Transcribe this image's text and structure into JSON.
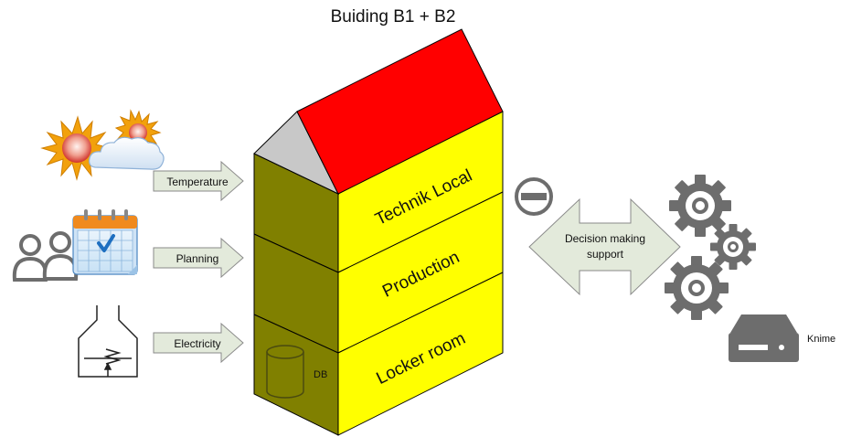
{
  "title": "Buiding B1 + B2",
  "inputs": {
    "temperature": "Temperature",
    "planning": "Planning",
    "electricity": "Electricity"
  },
  "floors": {
    "top": "Technik Local",
    "middle": "Production",
    "bottom": "Locker room"
  },
  "db_label": "DB",
  "decision_label": [
    "Decision making",
    "support"
  ],
  "knime_label": "Knime",
  "colors": {
    "roof": "#ff0000",
    "roof_side": "#c8c8c8",
    "front": "#ffff00",
    "side": "#808000",
    "arrow_fill": "#e3eadb",
    "gear": "#6d6d6d"
  }
}
